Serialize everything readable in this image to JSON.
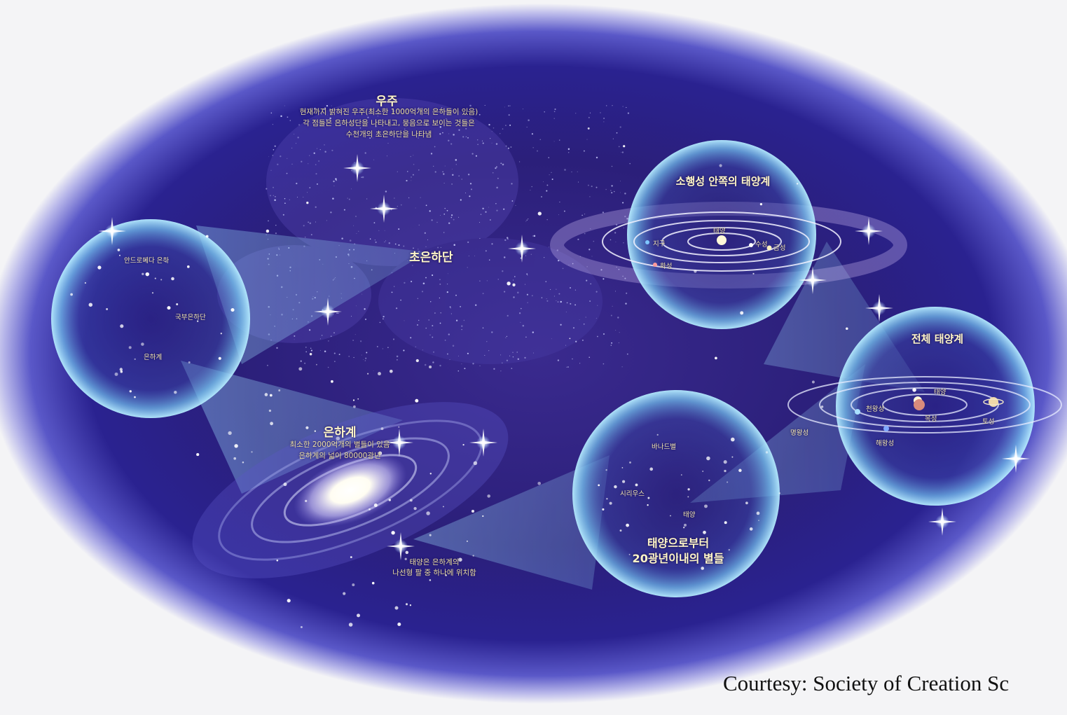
{
  "universe": {
    "title": "우주",
    "desc": [
      "현재까지 밝혀진 우주(최소한 1000억개의 은하들이 있음)",
      "각 점들은 은하성단을 나타내고, 뭉음으로 보이는 것들은",
      "수천개의 초은하단을 나타냄"
    ]
  },
  "supercluster": {
    "label": "초은하단"
  },
  "local_group": {
    "andromeda": "안드로메다 은하",
    "local_cluster": "국부은하단",
    "milky_way": "은하계"
  },
  "galaxy": {
    "title": "은하계",
    "desc": [
      "최소한 2000억개의 별들이 있음",
      "은하계의 넓이 80000광년"
    ],
    "sun_note": [
      "태양은 은하계의",
      "나선형 팔 중 하나에 위치함"
    ]
  },
  "nearby_stars": {
    "title": [
      "태양으로부터",
      "20광년이내의 별들"
    ],
    "barnard": "바나드별",
    "sirius": "시리우스",
    "sun": "태양"
  },
  "inner_solar": {
    "title": "소행성 안쪽의 태양계",
    "earth": "지구",
    "sun": "태양",
    "mercury": "수성",
    "venus": "금성",
    "mars": "화성"
  },
  "full_solar": {
    "title": "전체 태양계",
    "sun": "태양",
    "uranus": "천왕성",
    "jupiter": "목성",
    "saturn": "토성",
    "pluto": "명왕성",
    "neptune": "해왕성"
  },
  "credit": "Courtesy: Society of Creation Sc",
  "colors": {
    "space": "#2a1d78",
    "bubble": "#7fd0f0",
    "beam": "#8fd3f2",
    "label": "#f3e7b0"
  }
}
